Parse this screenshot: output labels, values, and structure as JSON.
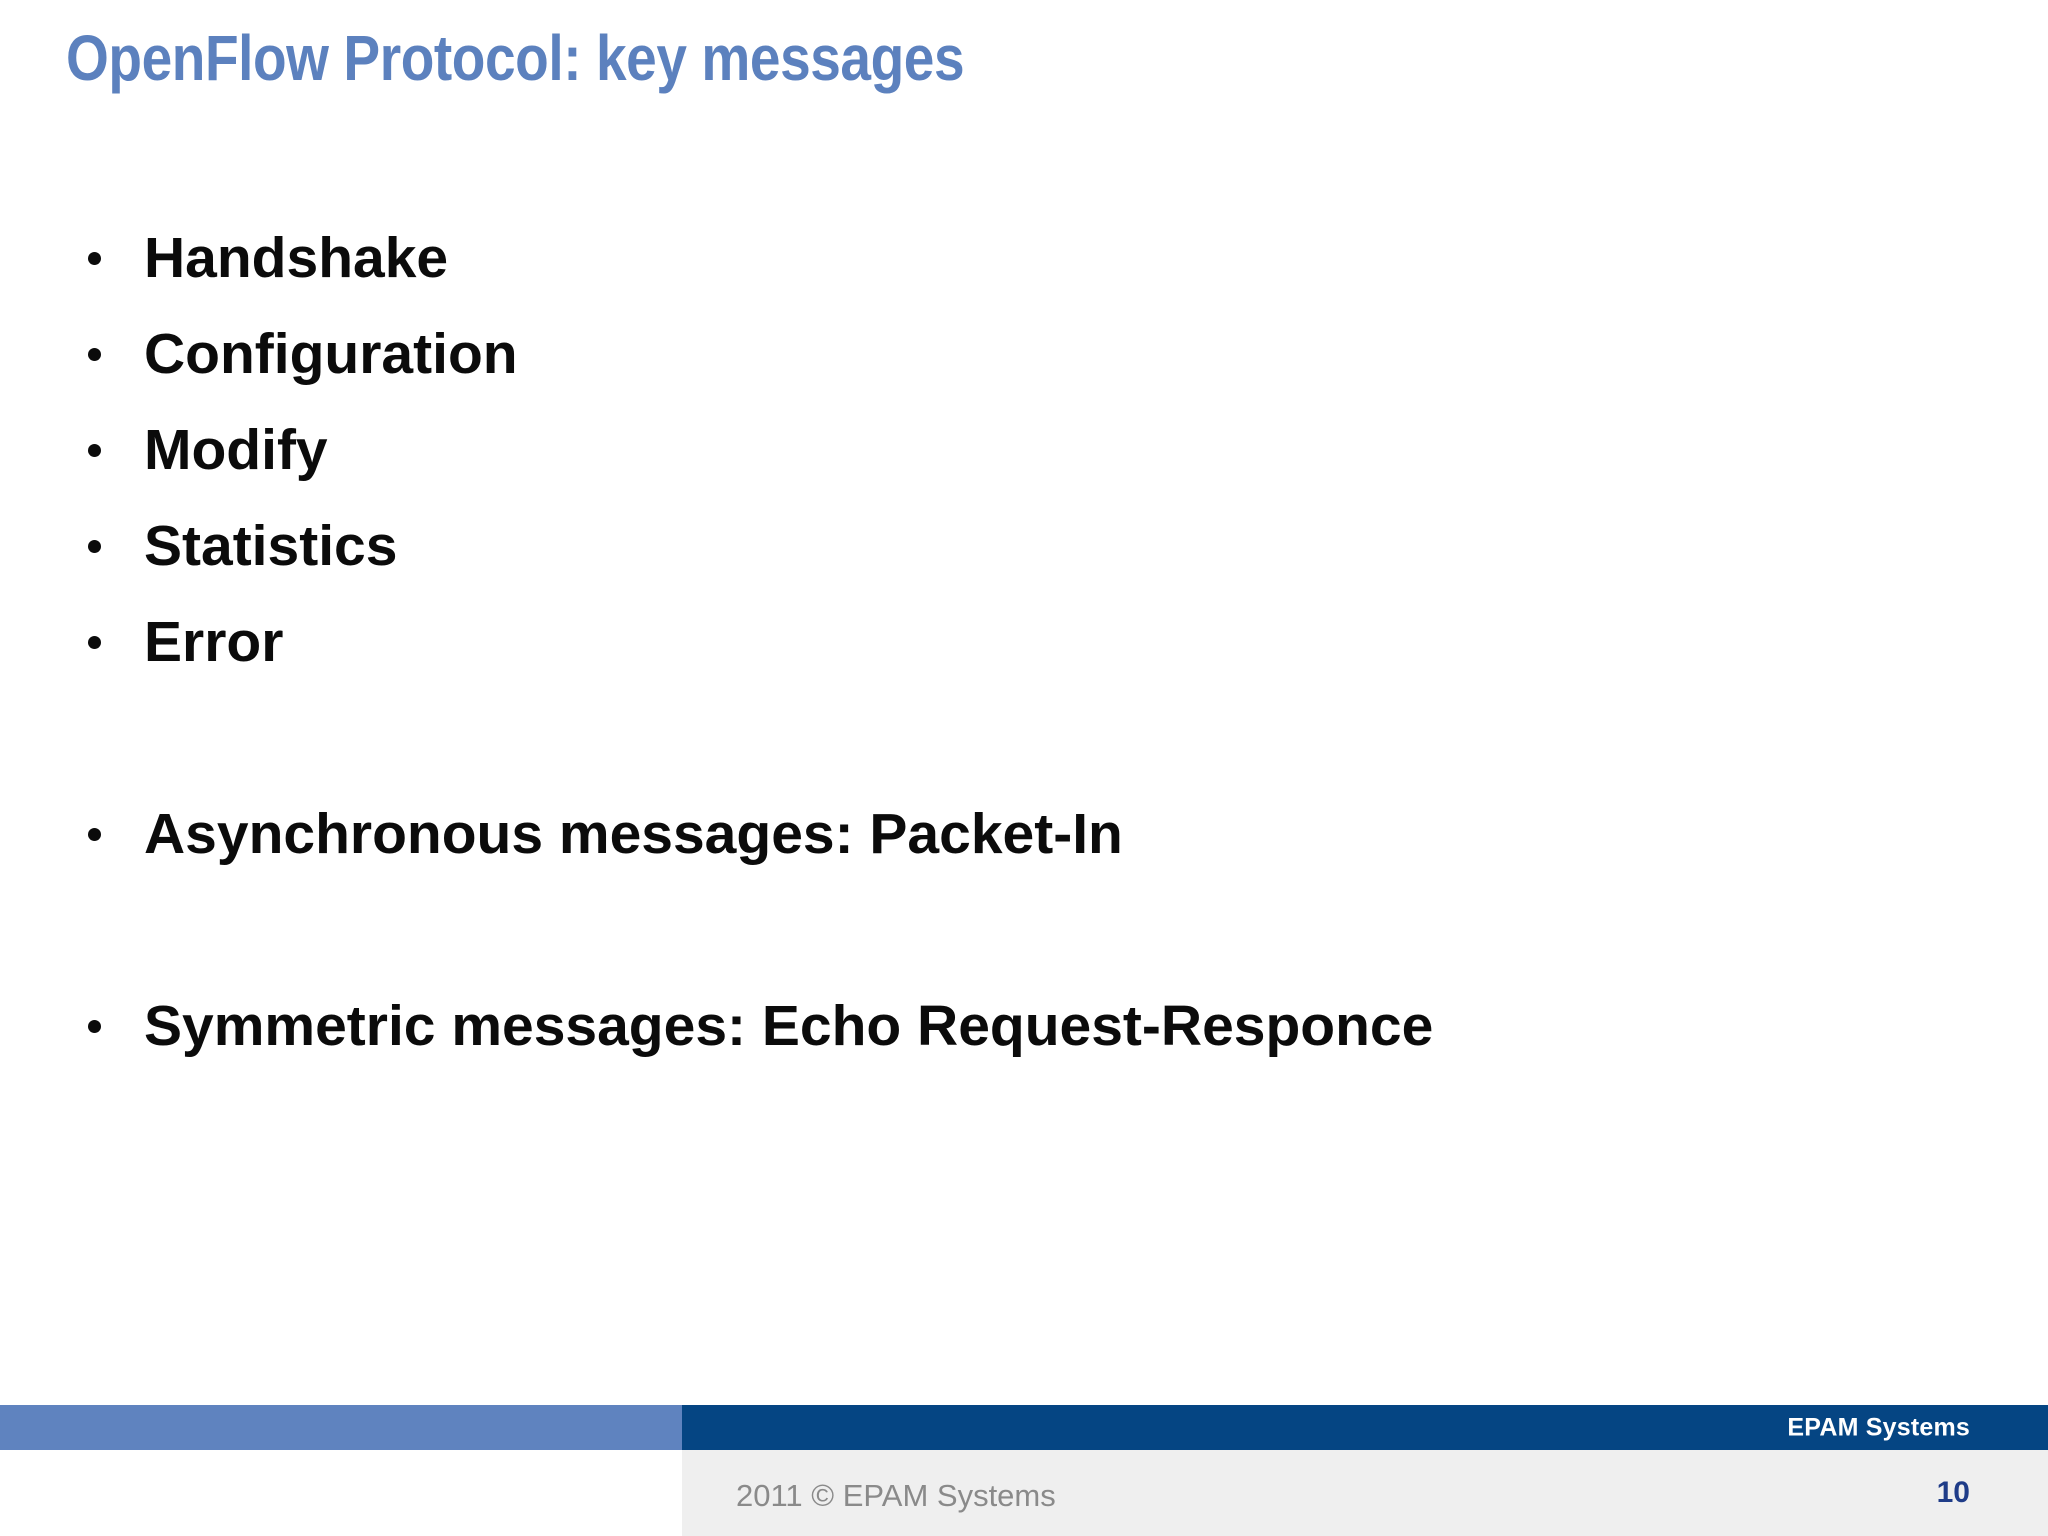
{
  "slide": {
    "title": "OpenFlow Protocol: key messages",
    "title_color": "#5C81BE",
    "background_color": "#FFFFFF",
    "body_text_color": "#0B0B0B"
  },
  "bullets": [
    {
      "label": "Handshake",
      "spacer_after": false
    },
    {
      "label": "Configuration",
      "spacer_after": false
    },
    {
      "label": "Modify",
      "spacer_after": false
    },
    {
      "label": "Statistics",
      "spacer_after": false
    },
    {
      "label": "Error",
      "spacer_after": true
    },
    {
      "label": "Asynchronous messages: Packet-In",
      "spacer_after": true
    },
    {
      "label": "Symmetric messages: Echo Request-Responce",
      "spacer_after": false
    }
  ],
  "footer": {
    "brand": "EPAM Systems",
    "brand_color": "#FFFFFF",
    "bar_left_color": "#5F83BF",
    "bar_right_color": "#054583",
    "strip_color": "#EFEFEF",
    "copyright": "2011 © EPAM Systems",
    "copyright_color": "#8A8A8A",
    "page_number": "10",
    "page_number_color": "#1F3C88"
  }
}
